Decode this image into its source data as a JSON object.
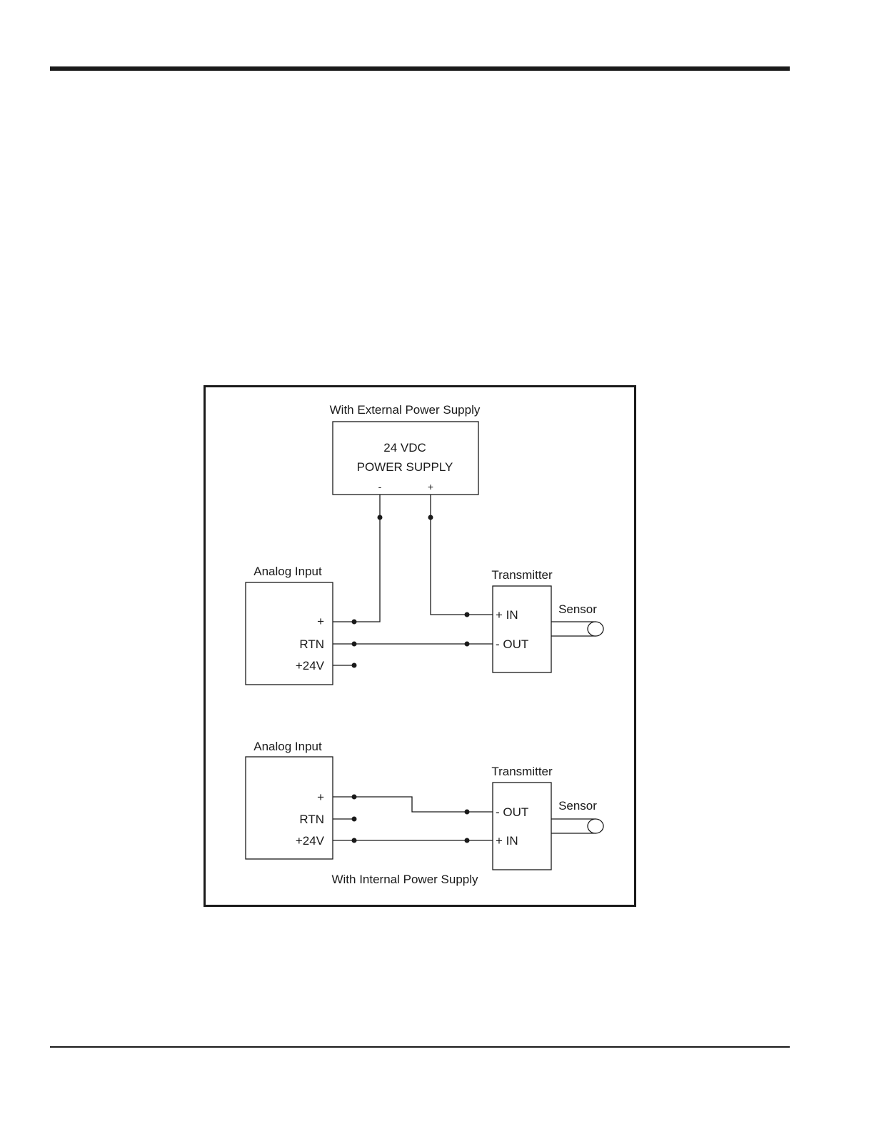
{
  "top_section": {
    "title": "With External Power Supply",
    "power_supply": {
      "line1": "24 VDC",
      "line2": "POWER SUPPLY",
      "neg": "-",
      "pos": "+"
    },
    "analog_input": {
      "label": "Analog Input",
      "plus": "+",
      "rtn": "RTN",
      "v24": "+24V"
    },
    "transmitter": {
      "label": "Transmitter",
      "in": "+ IN",
      "out": "- OUT"
    },
    "sensor": "Sensor"
  },
  "bottom_section": {
    "title": "With Internal Power Supply",
    "analog_input": {
      "label": "Analog Input",
      "plus": "+",
      "rtn": "RTN",
      "v24": "+24V"
    },
    "transmitter": {
      "label": "Transmitter",
      "out": "- OUT",
      "in": "+ IN"
    },
    "sensor": "Sensor"
  }
}
